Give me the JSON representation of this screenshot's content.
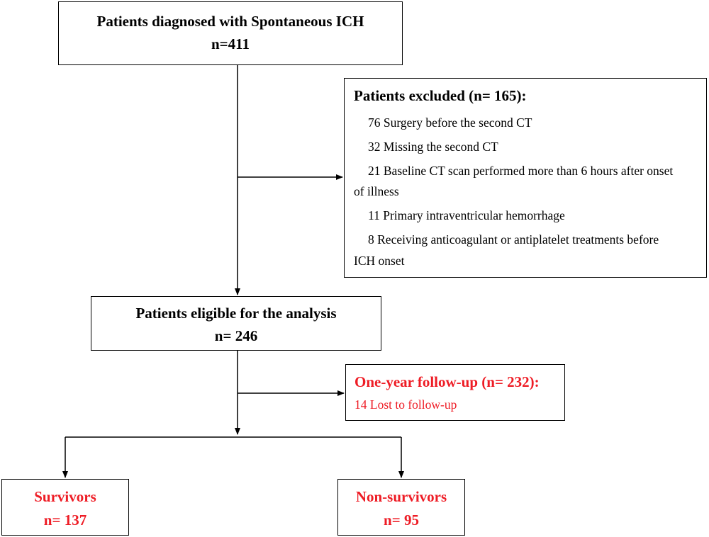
{
  "diagnosed": {
    "title": "Patients diagnosed with Spontaneous ICH",
    "count": "n=411"
  },
  "excluded": {
    "title": "Patients excluded (n= 165):",
    "items": [
      "76 Surgery before the second CT",
      "32 Missing the second CT",
      "21 Baseline CT scan performed more than 6 hours after onset",
      "of illness",
      "11 Primary intraventricular hemorrhage",
      "8 Receiving anticoagulant or antiplatelet treatments before",
      "ICH onset"
    ]
  },
  "eligible": {
    "title": "Patients eligible for the analysis",
    "count": "n= 246"
  },
  "followup": {
    "title": "One-year follow-up (n= 232):",
    "lost": "14 Lost to follow-up"
  },
  "survivors": {
    "title": "Survivors",
    "count": "n= 137"
  },
  "nonsurvivors": {
    "title": "Non-survivors",
    "count": "n= 95"
  },
  "colors": {
    "highlight": "#ee1c25",
    "line": "#000000"
  }
}
